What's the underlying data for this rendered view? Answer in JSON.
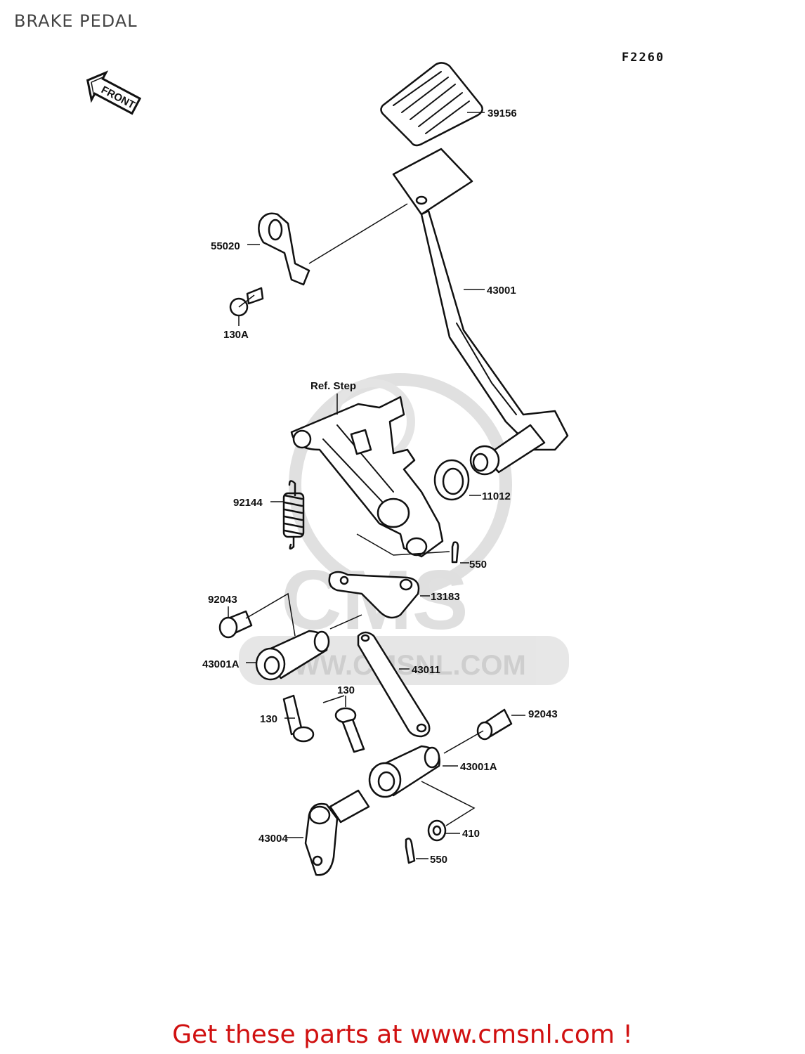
{
  "page_title": "BRAKE PEDAL",
  "figure_code": "F2260",
  "front_marker": "FRONT",
  "ref_label": "Ref. Step",
  "watermark": {
    "logo_text": "CMS",
    "url_text": "WWW.CMSNL.COM"
  },
  "parts": [
    {
      "id": "p-39156",
      "label": "39156"
    },
    {
      "id": "p-55020",
      "label": "55020"
    },
    {
      "id": "p-130a",
      "label": "130A"
    },
    {
      "id": "p-43001",
      "label": "43001"
    },
    {
      "id": "p-11012",
      "label": "11012"
    },
    {
      "id": "p-92144",
      "label": "92144"
    },
    {
      "id": "p-550a",
      "label": "550"
    },
    {
      "id": "p-13183",
      "label": "13183"
    },
    {
      "id": "p-92043a",
      "label": "92043"
    },
    {
      "id": "p-43001a1",
      "label": "43001A"
    },
    {
      "id": "p-43011",
      "label": "43011"
    },
    {
      "id": "p-130b",
      "label": "130"
    },
    {
      "id": "p-130c",
      "label": "130"
    },
    {
      "id": "p-92043b",
      "label": "92043"
    },
    {
      "id": "p-43001a2",
      "label": "43001A"
    },
    {
      "id": "p-43004",
      "label": "43004"
    },
    {
      "id": "p-410",
      "label": "410"
    },
    {
      "id": "p-550b",
      "label": "550"
    }
  ],
  "footer_text": "Get these parts at www.cmsnl.com !",
  "colors": {
    "title": "#444444",
    "line": "#111111",
    "watermark": "#d9d9d9",
    "footer": "#d01010"
  }
}
